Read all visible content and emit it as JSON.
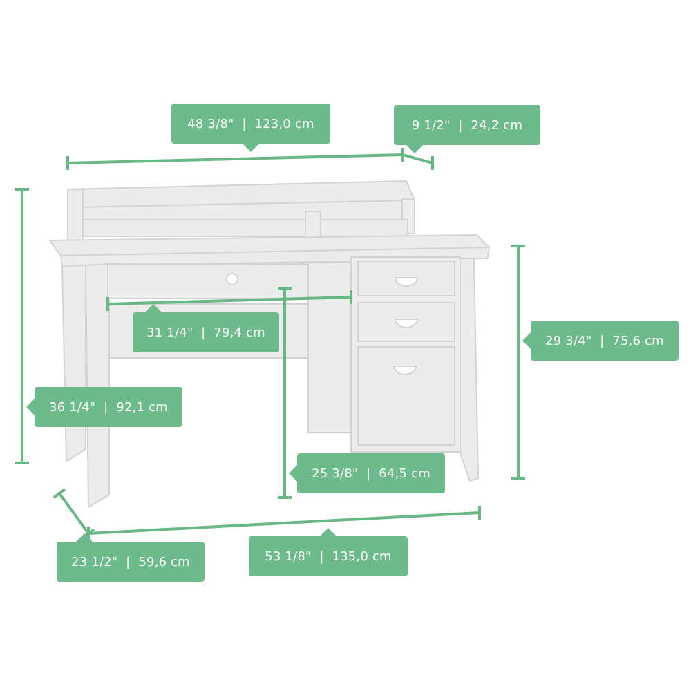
{
  "colors": {
    "accent": "#6dbb8a",
    "line": "#68b886",
    "text": "#ffffff",
    "furniture_fill": "#ececec",
    "furniture_stroke": "#d3d3d3"
  },
  "dimensions": {
    "hutch_width": "48 3/8\"  |  123,0 cm",
    "hutch_depth": "9 1/2\"  |  24,2 cm",
    "drawer_width": "31 1/4\"  |  79,4 cm",
    "desk_height": "29 3/4\"  |  75,6 cm",
    "total_height": "36 1/4\"  |  92,1 cm",
    "kneehole_height": "25 3/8\"  |  64,5 cm",
    "desk_depth": "23 1/2\"  |  59,6 cm",
    "desk_width": "53 1/8\"  |  135,0 cm"
  }
}
